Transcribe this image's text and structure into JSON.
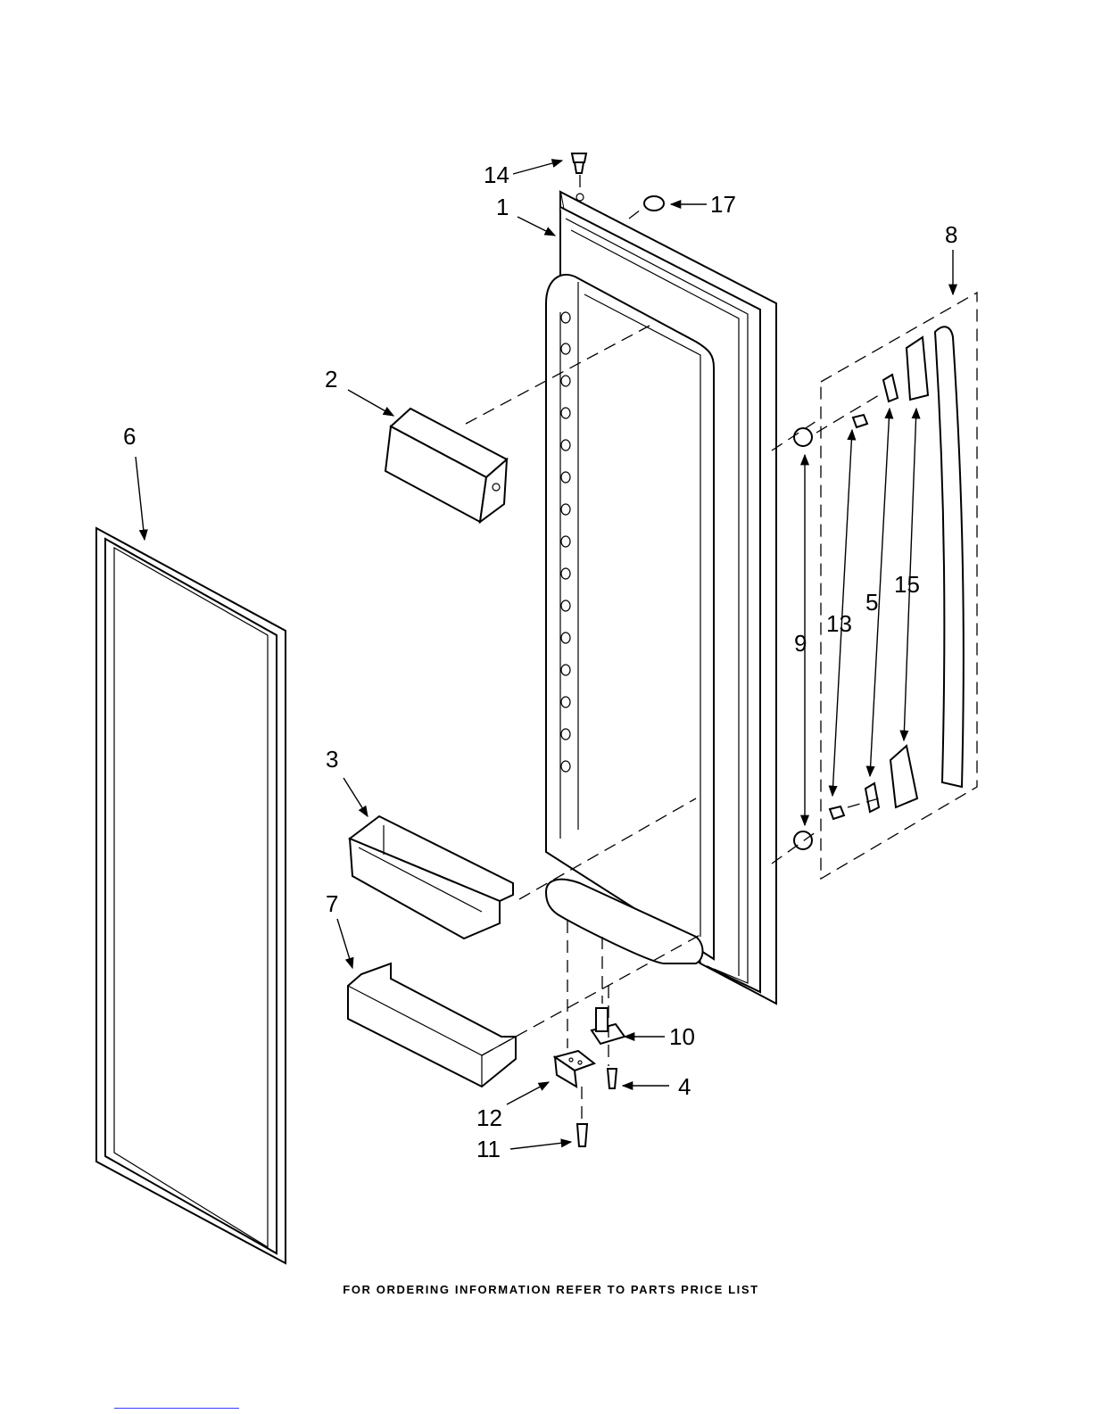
{
  "callouts": {
    "c1": "1",
    "c2": "2",
    "c3": "3",
    "c4": "4",
    "c5": "5",
    "c6": "6",
    "c7": "7",
    "c8": "8",
    "c9": "9",
    "c10": "10",
    "c11": "11",
    "c12": "12",
    "c13": "13",
    "c14": "14",
    "c15": "15",
    "c17": "17"
  },
  "footer": "FOR ORDERING INFORMATION REFER TO PARTS PRICE LIST"
}
